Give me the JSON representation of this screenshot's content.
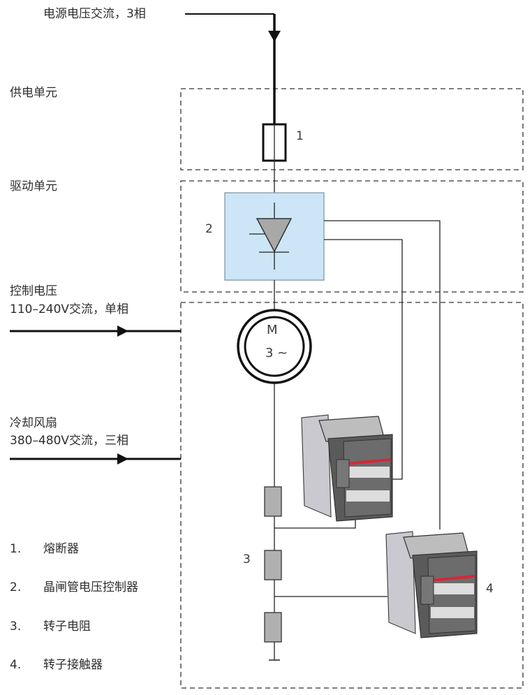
{
  "inputs": {
    "supply": "电源电压交流，3相",
    "control_title": "控制电压",
    "control_spec": "110–240V交流，单相",
    "fan_title": "冷却风扇",
    "fan_spec": "380–480V交流，三相"
  },
  "units": {
    "supply_unit": "供电单元",
    "drive_unit": "驱动单元"
  },
  "components": {
    "fuse_number": "1",
    "thyristor_number": "2",
    "resistor_number": "3",
    "contactor_number": "4",
    "motor_letter": "M",
    "motor_phase": "3 ~"
  },
  "legend": [
    {
      "index": "1.",
      "label": "熔断器"
    },
    {
      "index": "2.",
      "label": "晶闸管电压控制器"
    },
    {
      "index": "3.",
      "label": "转子电阻"
    },
    {
      "index": "4.",
      "label": "转子接触器"
    }
  ],
  "colors": {
    "controller_fill": "#cce6f7",
    "thyristor_fill": "#a8a8a8",
    "resistor_fill": "#b0b0b0",
    "contactor_body": "#5a5a5a",
    "contactor_stripe": "#d8263a",
    "line": "#222222"
  }
}
